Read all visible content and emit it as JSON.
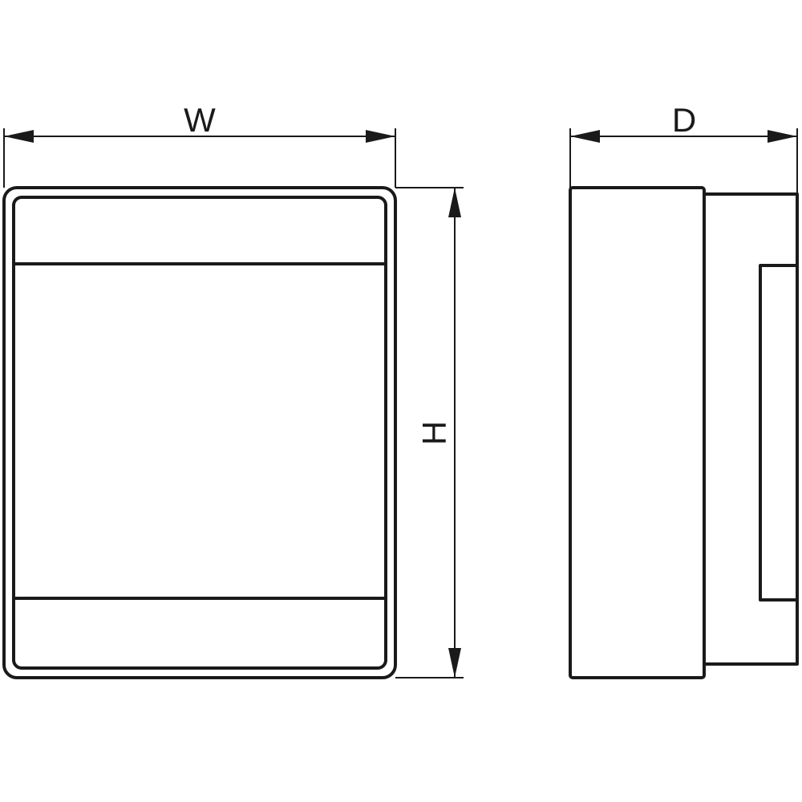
{
  "labels": {
    "width": "W",
    "height": "H",
    "depth": "D"
  },
  "colors": {
    "line": "#1a1a1a",
    "background": "#ffffff"
  }
}
